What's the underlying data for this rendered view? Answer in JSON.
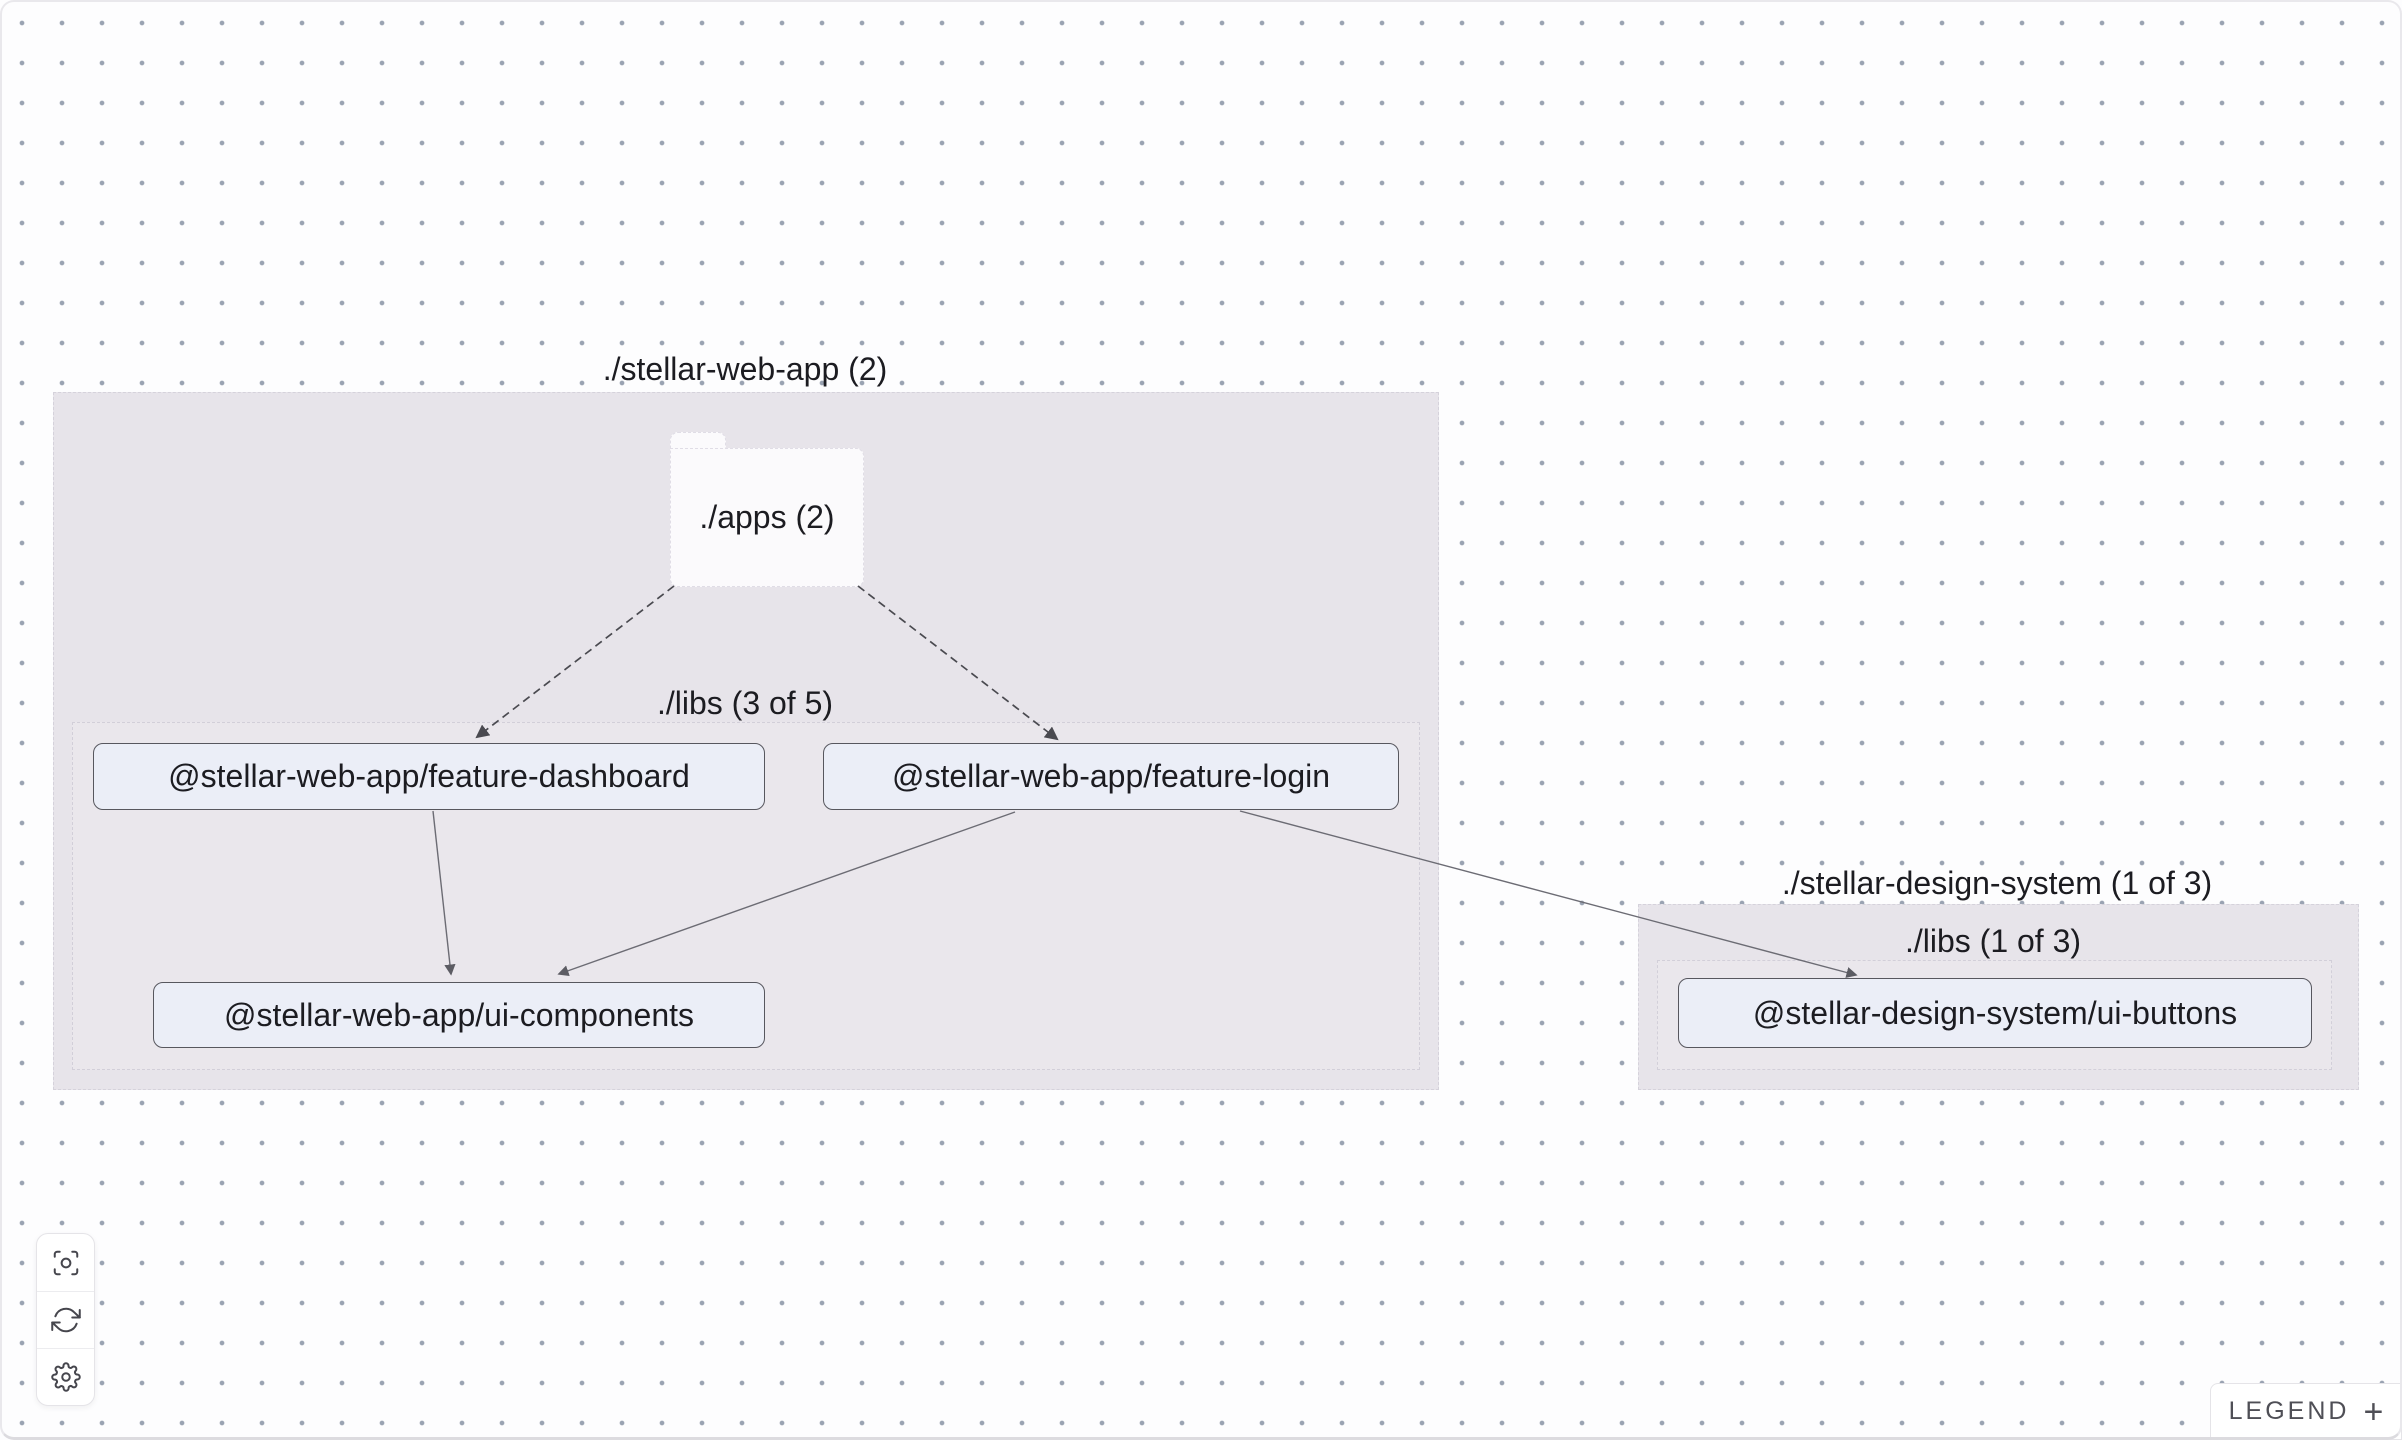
{
  "graph": {
    "groups": [
      {
        "id": "stellar-web-app",
        "label": "./stellar-web-app (2)"
      },
      {
        "id": "stellar-design-system",
        "label": "./stellar-design-system (1 of 3)"
      }
    ],
    "subgroups": [
      {
        "id": "stellar-web-app-libs",
        "label": "./libs (3 of 5)"
      },
      {
        "id": "stellar-design-system-libs",
        "label": "./libs (1 of 3)"
      }
    ],
    "folder": {
      "label": "./apps (2)"
    },
    "nodes": [
      {
        "id": "feature-dashboard",
        "label": "@stellar-web-app/feature-dashboard"
      },
      {
        "id": "feature-login",
        "label": "@stellar-web-app/feature-login"
      },
      {
        "id": "ui-components",
        "label": "@stellar-web-app/ui-components"
      },
      {
        "id": "ui-buttons",
        "label": "@stellar-design-system/ui-buttons"
      }
    ],
    "edges": [
      {
        "source": "./apps",
        "target": "@stellar-web-app/feature-dashboard",
        "style": "dashed"
      },
      {
        "source": "./apps",
        "target": "@stellar-web-app/feature-login",
        "style": "dashed"
      },
      {
        "source": "@stellar-web-app/feature-dashboard",
        "target": "@stellar-web-app/ui-components",
        "style": "solid"
      },
      {
        "source": "@stellar-web-app/feature-login",
        "target": "@stellar-web-app/ui-components",
        "style": "solid"
      },
      {
        "source": "@stellar-web-app/feature-login",
        "target": "@stellar-design-system/ui-buttons",
        "style": "solid"
      }
    ]
  },
  "toolbar": {
    "buttons": [
      {
        "icon": "focus-icon"
      },
      {
        "icon": "refresh-icon"
      },
      {
        "icon": "settings-icon"
      }
    ]
  },
  "legend": {
    "label": "LEGEND",
    "expand_icon": "+"
  },
  "colors": {
    "background": "#fdfdfe",
    "dot": "#9aa3b2",
    "group_fill": "#e7e4ea",
    "group_border": "#d5d2db",
    "node_fill": "#ebeef7",
    "node_border": "#57575e",
    "edge_solid": "#6c6c74",
    "edge_dashed": "#4a4a50",
    "text": "#1c1c21"
  }
}
